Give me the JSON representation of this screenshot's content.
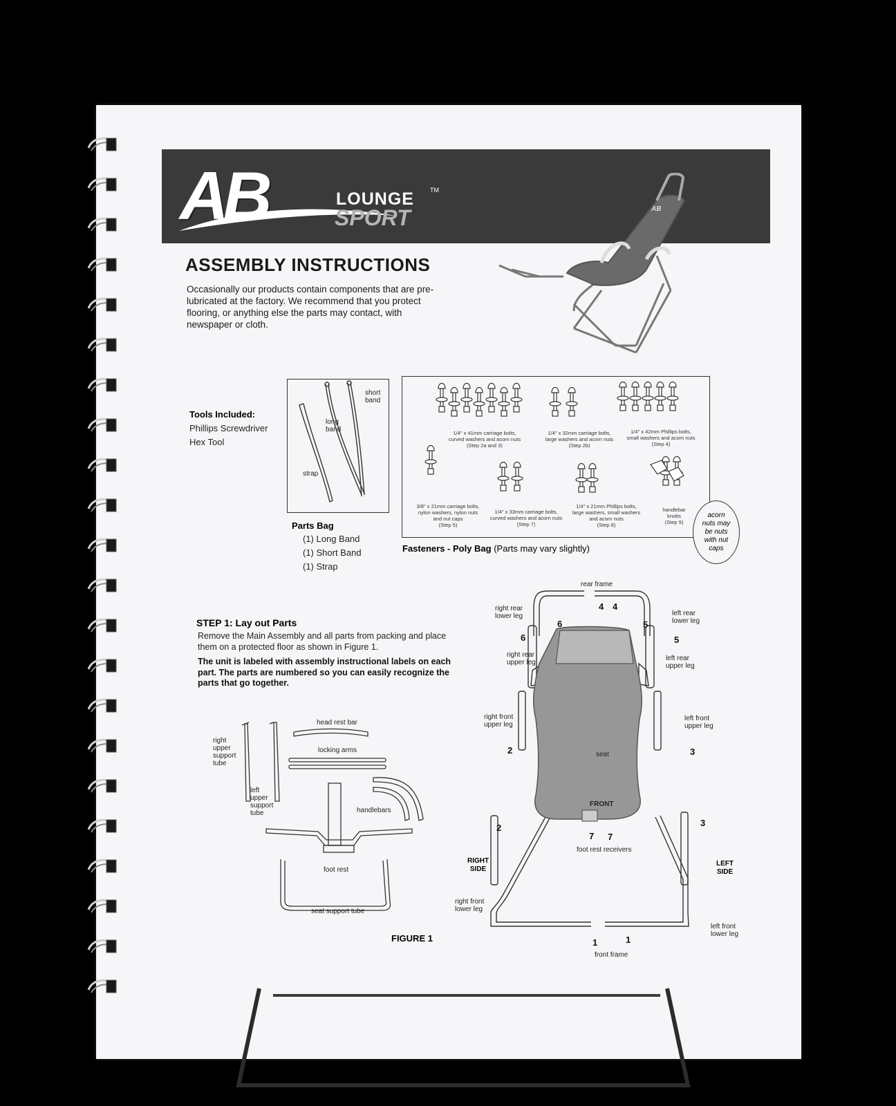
{
  "header": {
    "logo_ab": "AB",
    "logo_lounge": "LOUNGE",
    "logo_tm": "TM",
    "logo_sport": "SPORT",
    "chair_logo": "AB"
  },
  "title": "ASSEMBLY INSTRUCTIONS",
  "intro": "Occasionally our products contain components that are pre-lubricated at the factory. We recommend that you protect flooring, or anything else the parts may contact, with newspaper or cloth.",
  "tools": {
    "heading": "Tools Included:",
    "items": [
      "Phillips Screwdriver",
      "Hex Tool"
    ]
  },
  "parts_box": {
    "short_band": "short\nband",
    "long_band": "long\nband",
    "strap": "strap"
  },
  "parts_bag": {
    "heading": "Parts Bag",
    "items": [
      "(1) Long Band",
      "(1) Short Band",
      "(1) Strap"
    ]
  },
  "fasteners": {
    "heading_bold": "Fasteners - Poly Bag",
    "heading_note": " (Parts may vary slightly)",
    "captions": [
      "1/4\" x 41mm carriage bolts,\ncurved washers and acorn nuts\n(Step 2a and 3)",
      "1/4\" x 32mm carriage bolts,\nlarge washers and acorn nuts\n(Step 2b)",
      "1/4\" x 42mm Phillips bolts,\nsmall washers and acorn nuts\n(Step 4)",
      "3/8\" x 21mm carriage bolts,\nnylon washers, nylon nuts\nand nut caps\n(Step 5)",
      "1/4\" x 33mm carriage bolts,\ncurved washers and acorn nuts\n(Step 7)",
      "1/4\" x 21mm Phillips bolts,\nlarge washers, small washers\nand acorn nuts\n(Step 8)",
      "handlebar\nknobs\n(Step 9)"
    ],
    "note_oval": "acorn\nnuts may\nbe nuts\nwith nut\ncaps"
  },
  "step1": {
    "heading": "STEP 1: Lay out Parts",
    "text": "Remove the Main Assembly and all parts from packing and place them on a protected floor as shown in Figure 1.",
    "bold_text": "The unit is labeled with assembly instructional labels on each part. The parts are numbered so you can easily recognize the parts that go together."
  },
  "figure_left": {
    "right_upper_support_tube": "right\nupper\nsupport\ntube",
    "left_upper_support_tube": "left\nupper\nsupport\ntube",
    "head_rest_bar": "head rest bar",
    "locking_arms": "locking arms",
    "handlebars": "handlebars",
    "foot_rest": "foot rest",
    "seat_support_tube": "seat support tube"
  },
  "figure_right": {
    "rear_frame": "rear frame",
    "right_rear_lower_leg": "right rear\nlower leg",
    "left_rear_lower_leg": "left rear\nlower leg",
    "right_rear_upper_leg": "right rear\nupper leg",
    "left_rear_upper_leg": "left rear\nupper leg",
    "right_front_upper_leg": "right front\nupper leg",
    "left_front_upper_leg": "left front\nupper leg",
    "seat": "seat",
    "front": "FRONT",
    "foot_rest_receivers": "foot rest receivers",
    "right_side": "RIGHT\nSIDE",
    "left_side": "LEFT\nSIDE",
    "right_front_lower_leg": "right front\nlower leg",
    "left_front_lower_leg": "left front\nlower leg",
    "front_frame": "front frame",
    "numbers": [
      "4",
      "4",
      "6",
      "5",
      "6",
      "5",
      "2",
      "3",
      "2",
      "3",
      "7",
      "7",
      "1",
      "1"
    ]
  },
  "figure_caption": "FIGURE 1"
}
